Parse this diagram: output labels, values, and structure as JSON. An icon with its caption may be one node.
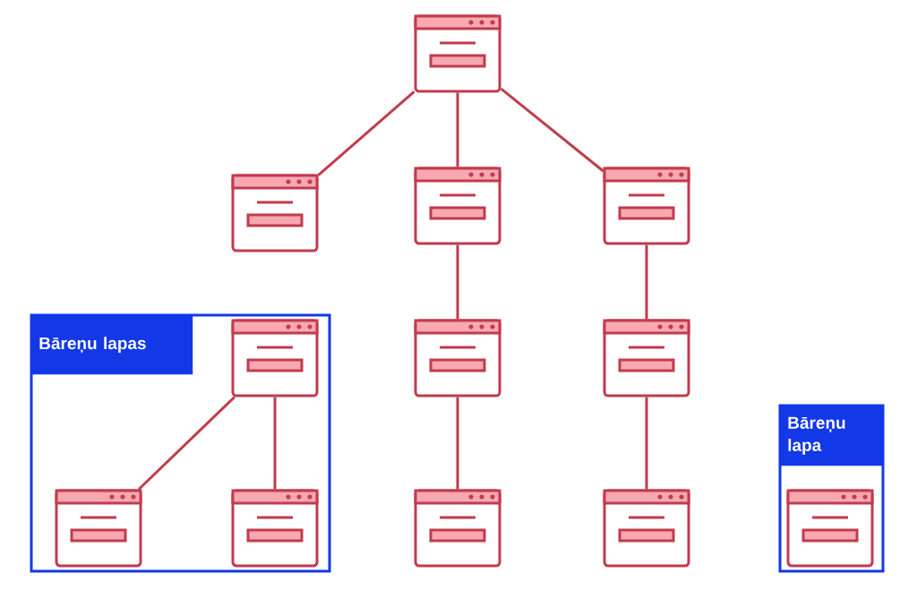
{
  "diagram": {
    "nodes": [
      {
        "text": [],
        "shape": "picture"
      },
      {
        "text": [],
        "shape": "picture"
      },
      {
        "text": [],
        "shape": "picture"
      },
      {
        "text": [],
        "shape": "picture"
      },
      {
        "text": [
          "Bāreņu lapas"
        ]
      },
      {
        "text": [],
        "shape": "picture",
        "in": 4
      },
      {
        "text": [],
        "shape": "picture"
      },
      {
        "text": [],
        "shape": "picture"
      },
      {
        "text": [
          "Bāreņu lapa"
        ]
      },
      {
        "text": [],
        "shape": "picture",
        "in": 4
      },
      {
        "text": [],
        "shape": "picture",
        "in": 4
      },
      {
        "text": [],
        "shape": "picture"
      },
      {
        "text": [],
        "shape": "picture"
      },
      {
        "text": [],
        "shape": "picture",
        "in": 8
      }
    ],
    "edges": [
      {
        "from": 0,
        "to": 1,
        "arrow": "none"
      },
      {
        "from": 0,
        "to": 2,
        "arrow": "none"
      },
      {
        "from": 0,
        "to": 3,
        "arrow": "none"
      },
      {
        "from": 2,
        "to": 6,
        "arrow": "none"
      },
      {
        "from": 3,
        "to": 7,
        "arrow": "none"
      },
      {
        "from": 6,
        "to": 11,
        "arrow": "none"
      },
      {
        "from": 7,
        "to": 12,
        "arrow": "none"
      },
      {
        "from": 5,
        "to": 9,
        "arrow": "none"
      },
      {
        "from": 5,
        "to": 10,
        "arrow": "none"
      }
    ]
  }
}
